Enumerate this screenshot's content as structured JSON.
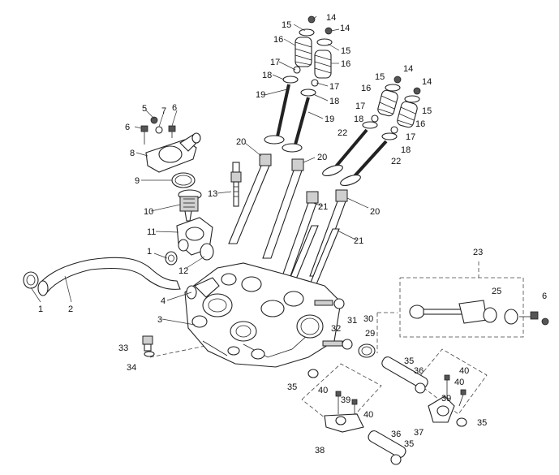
{
  "callouts": {
    "c1": "1",
    "c1b": "1",
    "c2": "2",
    "c3": "3",
    "c4": "4",
    "c5": "5",
    "c6a": "6",
    "c6b": "6",
    "c6c": "6",
    "c7": "7",
    "c8": "8",
    "c9": "9",
    "c10": "10",
    "c11": "11",
    "c12": "12",
    "c13": "13",
    "c14a": "14",
    "c14b": "14",
    "c14c": "14",
    "c14d": "14",
    "c15a": "15",
    "c15b": "15",
    "c15c": "15",
    "c15d": "15",
    "c16a": "16",
    "c16b": "16",
    "c16c": "16",
    "c16d": "16",
    "c17a": "17",
    "c17b": "17",
    "c17c": "17",
    "c17d": "17",
    "c18a": "18",
    "c18b": "18",
    "c18c": "18",
    "c18d": "18",
    "c19a": "19",
    "c19b": "19",
    "c20a": "20",
    "c20b": "20",
    "c20c": "20",
    "c21a": "21",
    "c21b": "21",
    "c22a": "22",
    "c22b": "22",
    "c23": "23",
    "c25": "25",
    "c29": "29",
    "c30": "30",
    "c31": "31",
    "c32": "32",
    "c33": "33",
    "c34": "34",
    "c35a": "35",
    "c35b": "35",
    "c35c": "35",
    "c35d": "35",
    "c36a": "36",
    "c36b": "36",
    "c37": "37",
    "c38": "38",
    "c39a": "39",
    "c39b": "39",
    "c40a": "40",
    "c40b": "40",
    "c40c": "40",
    "c40d": "40"
  }
}
